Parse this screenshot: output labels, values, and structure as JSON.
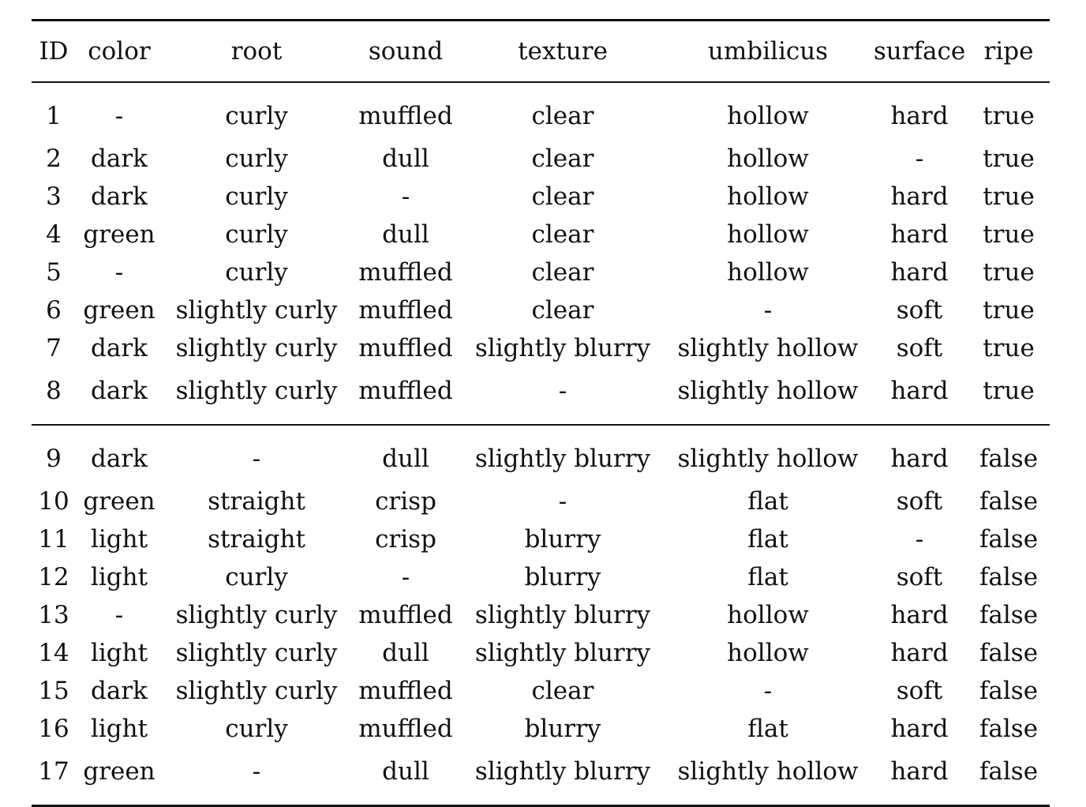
{
  "table": {
    "headers": [
      "ID",
      "color",
      "root",
      "sound",
      "texture",
      "umbilicus",
      "surface",
      "ripe"
    ],
    "groups": [
      [
        [
          "1",
          "-",
          "curly",
          "muffled",
          "clear",
          "hollow",
          "hard",
          "true"
        ],
        [
          "2",
          "dark",
          "curly",
          "dull",
          "clear",
          "hollow",
          "-",
          "true"
        ],
        [
          "3",
          "dark",
          "curly",
          "-",
          "clear",
          "hollow",
          "hard",
          "true"
        ],
        [
          "4",
          "green",
          "curly",
          "dull",
          "clear",
          "hollow",
          "hard",
          "true"
        ],
        [
          "5",
          "-",
          "curly",
          "muffled",
          "clear",
          "hollow",
          "hard",
          "true"
        ],
        [
          "6",
          "green",
          "slightly curly",
          "muffled",
          "clear",
          "-",
          "soft",
          "true"
        ],
        [
          "7",
          "dark",
          "slightly curly",
          "muffled",
          "slightly blurry",
          "slightly hollow",
          "soft",
          "true"
        ],
        [
          "8",
          "dark",
          "slightly curly",
          "muffled",
          "-",
          "slightly hollow",
          "hard",
          "true"
        ]
      ],
      [
        [
          "9",
          "dark",
          "-",
          "dull",
          "slightly blurry",
          "slightly hollow",
          "hard",
          "false"
        ],
        [
          "10",
          "green",
          "straight",
          "crisp",
          "-",
          "flat",
          "soft",
          "false"
        ],
        [
          "11",
          "light",
          "straight",
          "crisp",
          "blurry",
          "flat",
          "-",
          "false"
        ],
        [
          "12",
          "light",
          "curly",
          "-",
          "blurry",
          "flat",
          "soft",
          "false"
        ],
        [
          "13",
          "-",
          "slightly curly",
          "muffled",
          "slightly blurry",
          "hollow",
          "hard",
          "false"
        ],
        [
          "14",
          "light",
          "slightly curly",
          "dull",
          "slightly blurry",
          "hollow",
          "hard",
          "false"
        ],
        [
          "15",
          "dark",
          "slightly curly",
          "muffled",
          "clear",
          "-",
          "soft",
          "false"
        ],
        [
          "16",
          "light",
          "curly",
          "muffled",
          "blurry",
          "flat",
          "hard",
          "false"
        ],
        [
          "17",
          "green",
          "-",
          "dull",
          "slightly blurry",
          "slightly hollow",
          "hard",
          "false"
        ]
      ]
    ]
  }
}
